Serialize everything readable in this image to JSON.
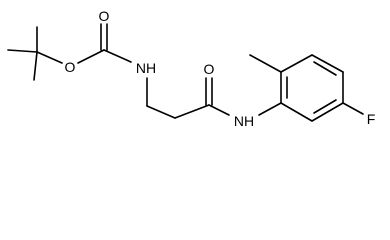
{
  "molecule": {
    "atoms": {
      "ester_oxygen": "O",
      "carbonyl_oxygen_carbamate": "O",
      "carbamate_nitrogen": "NH",
      "carbonyl_oxygen_amide": "O",
      "amide_nitrogen": "NH",
      "fluorine": "F"
    },
    "colors": {
      "bond": "#000000",
      "label": "#000000",
      "background": "#ffffff"
    }
  }
}
